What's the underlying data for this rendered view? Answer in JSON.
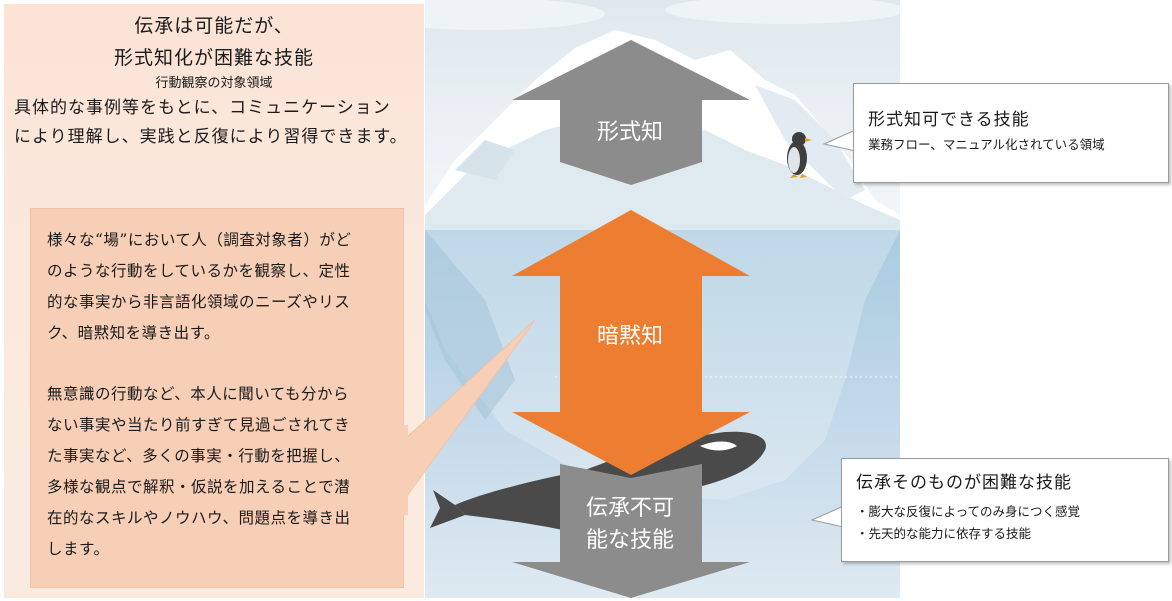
{
  "left_panel": {
    "title_line1": "伝承は可能だが、",
    "title_line2": "形式知化が困難な技能",
    "subtitle": "行動観察の対象領域",
    "desc_line1": "具体的な事例等をもとに、コミュニケーション",
    "desc_line2": "により理解し、実践と反復により習得できます。"
  },
  "observation_box": {
    "para1": [
      "様々な“場”において人（調査対象者）がど",
      "のような行動をしているかを観察し、定性",
      "的な事実から非言語化領域のニーズやリス",
      "ク、暗黙知を導き出す。"
    ],
    "para2": [
      "無意識の行動など、本人に聞いても分から",
      "ない事実や当たり前すぎて見過ごされてき",
      "た事実など、多くの事実・行動を把握し、",
      "多様な観点で解釈・仮説を加えることで潜",
      "在的なスキルやノウハウ、問題点を導き出",
      "します。"
    ]
  },
  "arrows": {
    "explicit": {
      "label": "形式知",
      "color": "#8c8c8c"
    },
    "tacit": {
      "label": "暗黙知",
      "color": "#ed7d31"
    },
    "untransferable": {
      "label_line1": "伝承不可",
      "label_line2": "能な技能",
      "color": "#8c8c8c"
    }
  },
  "callout_top": {
    "title": "形式知可できる技能",
    "text": "業務フロー、マニュアル化されている領域"
  },
  "callout_bottom": {
    "title": "伝承そのものが困難な技能",
    "item1": "・膨大な反復によってのみ身につく感覚",
    "item2": "・先天的な能力に依存する技能"
  },
  "colors": {
    "sky": "#e8eef2",
    "sea_top": "#b7d3e6",
    "sea_bottom": "#d9e8f1",
    "panel": "#fbe6da",
    "observation_box": "#f7cfb6",
    "orange": "#ed7d31",
    "gray": "#8c8c8c"
  },
  "icons": {
    "iceberg": "iceberg-illustration",
    "penguin": "penguin-icon",
    "orca": "orca-icon"
  }
}
